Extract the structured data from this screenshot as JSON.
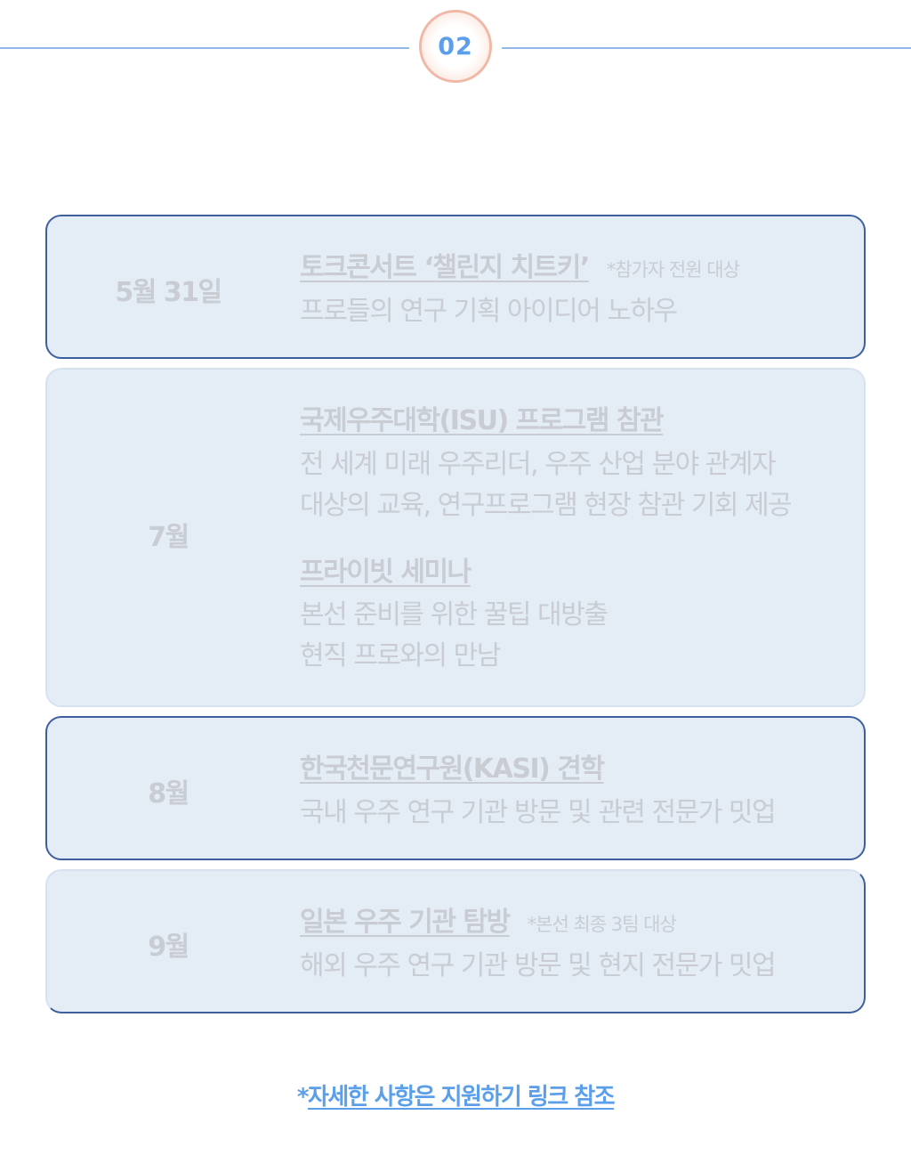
{
  "step_number": "02",
  "schedule": [
    {
      "date": "5월 31일",
      "items": [
        {
          "title": "토크콘서트 ‘챌린지 치트키’",
          "note": "*참가자 전원 대상",
          "lines": [
            "프로들의 연구 기획 아이디어 노하우"
          ]
        }
      ]
    },
    {
      "date": "7월",
      "items": [
        {
          "title": "국제우주대학(ISU) 프로그램 참관",
          "lines": [
            "전 세계 미래 우주리더, 우주 산업 분야 관계자",
            "대상의 교육, 연구프로그램 현장 참관 기회 제공"
          ]
        },
        {
          "title": "프라이빗 세미나",
          "lines": [
            "본선 준비를 위한 꿀팁 대방출",
            "현직 프로와의 만남"
          ]
        }
      ]
    },
    {
      "date": "8월",
      "items": [
        {
          "title": "한국천문연구원(KASI) 견학",
          "lines": [
            "국내 우주 연구 기관 방문 및 관련 전문가 밋업"
          ]
        }
      ]
    },
    {
      "date": "9월",
      "items": [
        {
          "title": "일본 우주 기관 탐방",
          "note": "*본선 최종 3팀 대상",
          "lines": [
            "해외 우주 연구 기관 방문 및 현지 전문가 밋업"
          ]
        }
      ]
    }
  ],
  "footer": {
    "asterisk": "*",
    "link_text": "자세한 사항은 지원하기 링크 참조"
  },
  "colors": {
    "accent": "#5b9ee9",
    "card_bg": "#e4ecf6",
    "card_border": "#3d5f9e",
    "faded_text": "#c9cdd3"
  }
}
